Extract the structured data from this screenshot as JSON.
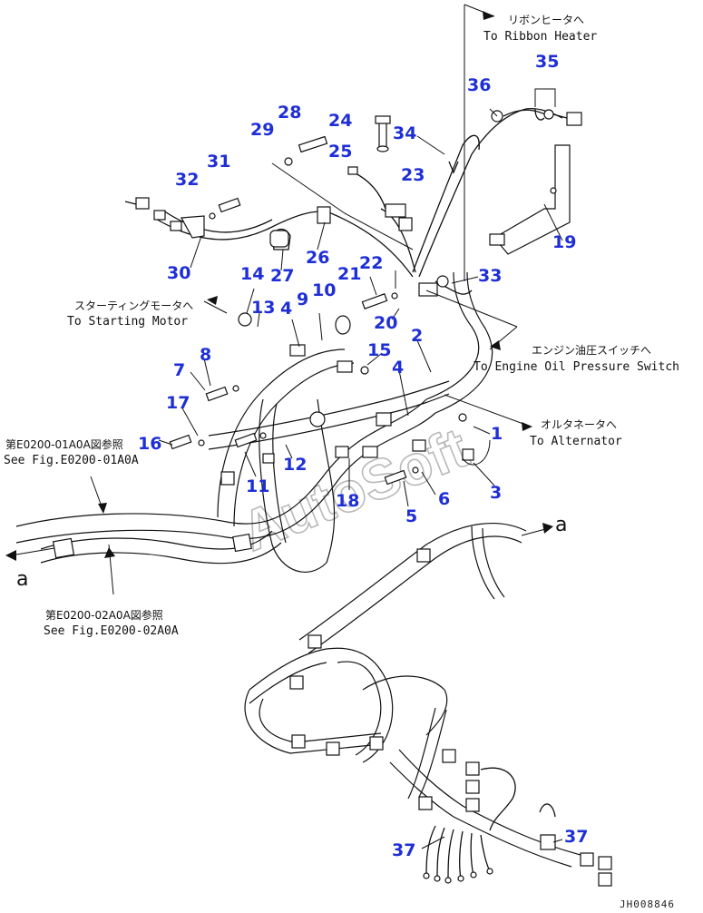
{
  "callouts": [
    {
      "id": "c1",
      "num": "1"
    },
    {
      "id": "c2",
      "num": "2"
    },
    {
      "id": "c3",
      "num": "3"
    },
    {
      "id": "c4a",
      "num": "4"
    },
    {
      "id": "c4b",
      "num": "4"
    },
    {
      "id": "c5",
      "num": "5"
    },
    {
      "id": "c6",
      "num": "6"
    },
    {
      "id": "c7",
      "num": "7"
    },
    {
      "id": "c8",
      "num": "8"
    },
    {
      "id": "c9",
      "num": "9"
    },
    {
      "id": "c10",
      "num": "10"
    },
    {
      "id": "c11",
      "num": "11"
    },
    {
      "id": "c12",
      "num": "12"
    },
    {
      "id": "c13",
      "num": "13"
    },
    {
      "id": "c14",
      "num": "14"
    },
    {
      "id": "c15",
      "num": "15"
    },
    {
      "id": "c16",
      "num": "16"
    },
    {
      "id": "c17",
      "num": "17"
    },
    {
      "id": "c18",
      "num": "18"
    },
    {
      "id": "c19",
      "num": "19"
    },
    {
      "id": "c20",
      "num": "20"
    },
    {
      "id": "c21",
      "num": "21"
    },
    {
      "id": "c22",
      "num": "22"
    },
    {
      "id": "c23",
      "num": "23"
    },
    {
      "id": "c24",
      "num": "24"
    },
    {
      "id": "c25",
      "num": "25"
    },
    {
      "id": "c26",
      "num": "26"
    },
    {
      "id": "c27",
      "num": "27"
    },
    {
      "id": "c28",
      "num": "28"
    },
    {
      "id": "c29",
      "num": "29"
    },
    {
      "id": "c30",
      "num": "30"
    },
    {
      "id": "c31",
      "num": "31"
    },
    {
      "id": "c32",
      "num": "32"
    },
    {
      "id": "c33",
      "num": "33"
    },
    {
      "id": "c34",
      "num": "34"
    },
    {
      "id": "c35",
      "num": "35"
    },
    {
      "id": "c36",
      "num": "36"
    },
    {
      "id": "c37a",
      "num": "37"
    },
    {
      "id": "c37b",
      "num": "37"
    }
  ],
  "notes": {
    "ribbon_heater": {
      "jp": "リボンヒータへ",
      "en": "To Ribbon Heater"
    },
    "starting_motor": {
      "jp": "スターティングモータへ",
      "en": "To Starting Motor"
    },
    "oil_pressure": {
      "jp": "エンジン油圧スイッチへ",
      "en": "To Engine Oil Pressure Switch"
    },
    "alternator": {
      "jp": "オルタネータへ",
      "en": "To Alternator"
    },
    "fig_01": {
      "jp": "第E0200-01A0A図参照",
      "en": "See Fig.E0200-01A0A"
    },
    "fig_02": {
      "jp": "第E0200-02A0A図参照",
      "en": "See Fig.E0200-02A0A"
    }
  },
  "connection_marks": {
    "left": "a",
    "right": "a"
  },
  "drawing_code": "JH008846",
  "watermark": "AutoSoft",
  "colors": {
    "callout": "#1f2fd6",
    "line": "#111111",
    "watermark": "#b9b9b9"
  }
}
